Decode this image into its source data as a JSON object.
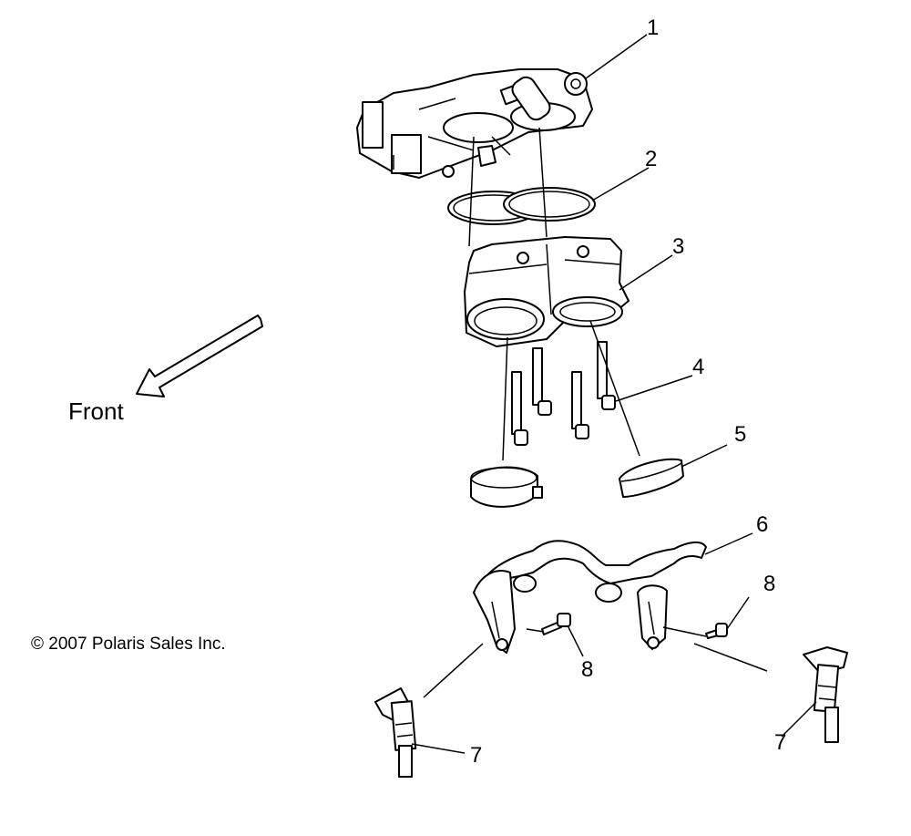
{
  "diagram": {
    "direction_label": "Front",
    "copyright": "© 2007 Polaris Sales Inc.",
    "callouts": [
      "1",
      "2",
      "3",
      "4",
      "5",
      "6",
      "8",
      "8",
      "7",
      "7"
    ]
  }
}
